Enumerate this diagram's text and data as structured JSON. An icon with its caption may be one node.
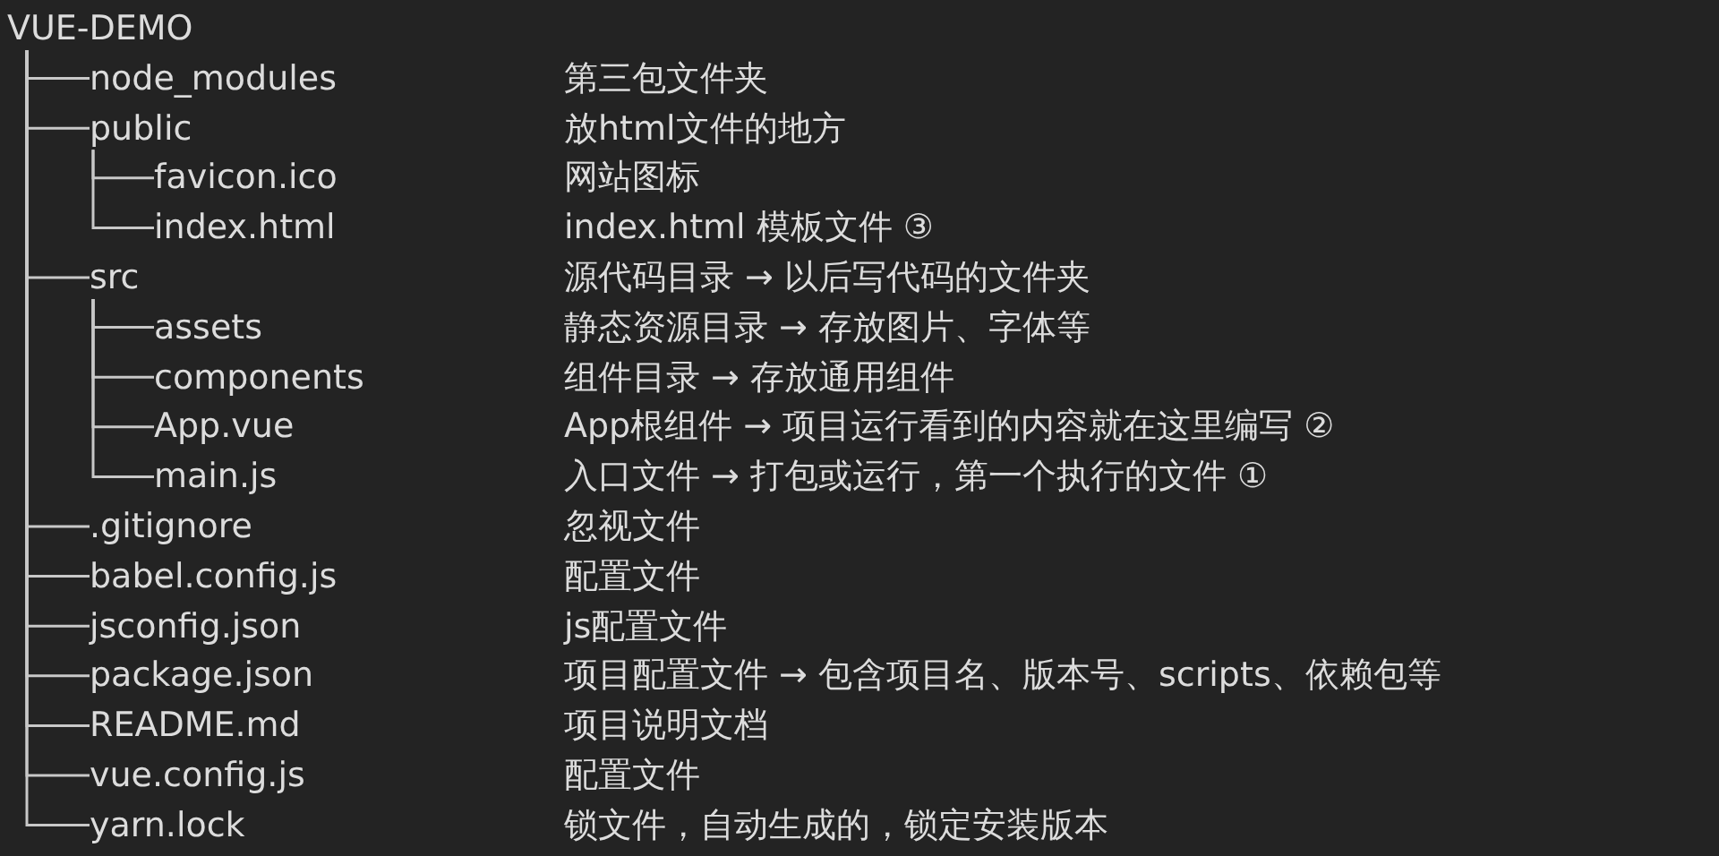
{
  "diagram": {
    "nodes": [
      {
        "text": [
          "VUE-DEMO"
        ]
      },
      {
        "text": [
          "node_modules"
        ]
      },
      {
        "text": [
          "public"
        ]
      },
      {
        "text": [
          "favicon.ico"
        ]
      },
      {
        "text": [
          "index.html"
        ]
      },
      {
        "text": [
          "src"
        ]
      },
      {
        "text": [
          "assets"
        ]
      },
      {
        "text": [
          "components"
        ]
      },
      {
        "text": [
          "App.vue"
        ]
      },
      {
        "text": [
          "main.js"
        ]
      },
      {
        "text": [
          ".gitignore"
        ]
      },
      {
        "text": [
          "babel.config.js"
        ]
      },
      {
        "text": [
          "jsconfig.json"
        ]
      },
      {
        "text": [
          "package.json"
        ]
      },
      {
        "text": [
          "README.md"
        ]
      },
      {
        "text": [
          "vue.config.js"
        ]
      },
      {
        "text": [
          "yarn.lock"
        ]
      }
    ],
    "edges": [
      {
        "from": 0,
        "to": 1,
        "arrow": "none"
      },
      {
        "from": 0,
        "to": 2,
        "arrow": "none"
      },
      {
        "from": 2,
        "to": 3,
        "arrow": "none"
      },
      {
        "from": 2,
        "to": 4,
        "arrow": "none"
      },
      {
        "from": 0,
        "to": 5,
        "arrow": "none"
      },
      {
        "from": 5,
        "to": 6,
        "arrow": "none"
      },
      {
        "from": 5,
        "to": 7,
        "arrow": "none"
      },
      {
        "from": 5,
        "to": 8,
        "arrow": "none"
      },
      {
        "from": 5,
        "to": 9,
        "arrow": "none"
      },
      {
        "from": 0,
        "to": 10,
        "arrow": "none"
      },
      {
        "from": 0,
        "to": 11,
        "arrow": "none"
      },
      {
        "from": 0,
        "to": 12,
        "arrow": "none"
      },
      {
        "from": 0,
        "to": 13,
        "arrow": "none"
      },
      {
        "from": 0,
        "to": 14,
        "arrow": "none"
      },
      {
        "from": 0,
        "to": 15,
        "arrow": "none"
      },
      {
        "from": 0,
        "to": 16,
        "arrow": "none"
      }
    ],
    "labels": [
      "第三包文件夹",
      "放html文件的地方",
      "网站图标",
      "index.html 模板文件 ③",
      "源代码目录 → 以后写代码的文件夹",
      "静态资源目录 → 存放图片、字体等",
      "组件目录 → 存放通用组件",
      "App根组件 → 项目运行看到的内容就在这里编写 ②",
      "入口文件 → 打包或运行，第一个执行的文件 ①",
      "忽视文件",
      "配置文件",
      "js配置文件",
      "项目配置文件 → 包含项目名、版本号、scripts、依赖包等",
      "项目说明文档",
      "配置文件",
      "锁文件，自动生成的，锁定安装版本"
    ]
  }
}
